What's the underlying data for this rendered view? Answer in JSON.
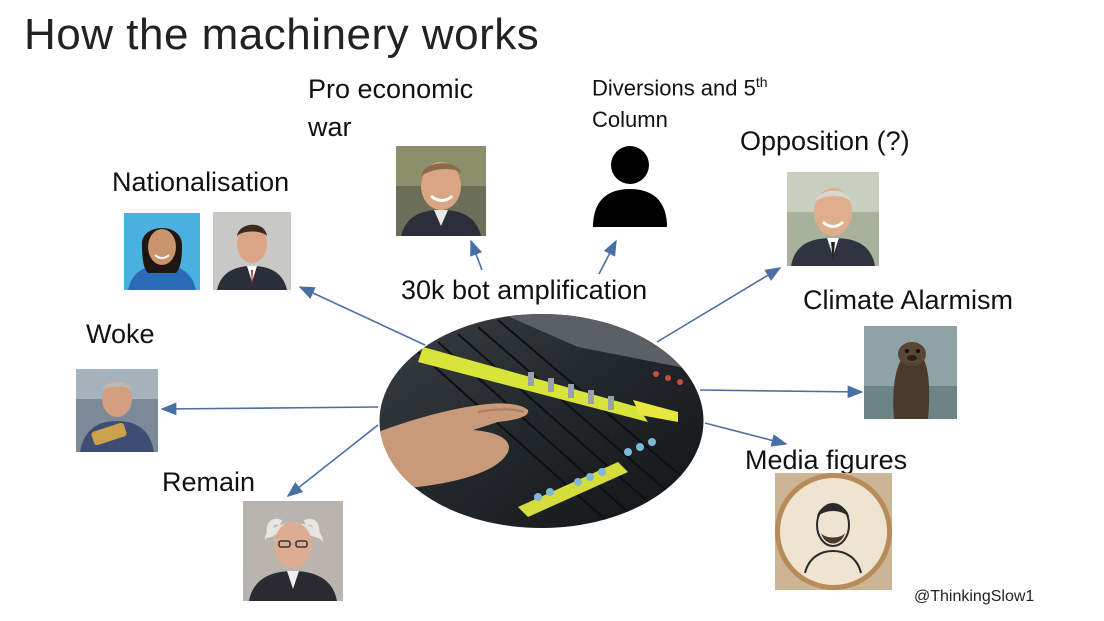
{
  "slide": {
    "title": "How the machinery works",
    "hub_label": "30k bot amplification",
    "credit": "@ThinkingSlow1",
    "labels": {
      "pro_economic_war": "Pro economic war",
      "diversions_line1": "Diversions and 5",
      "diversions_sup": "th",
      "diversions_line2": "Column",
      "opposition": "Opposition (?)",
      "nationalisation": "Nationalisation",
      "climate": "Climate Alarmism",
      "woke": "Woke",
      "remain": "Remain",
      "media": "Media figures"
    },
    "colors": {
      "arrow": "#4a6fa5",
      "text": "#111111"
    },
    "icons": {
      "person": "person-silhouette-icon",
      "mixer": "mixing-console-image"
    }
  }
}
